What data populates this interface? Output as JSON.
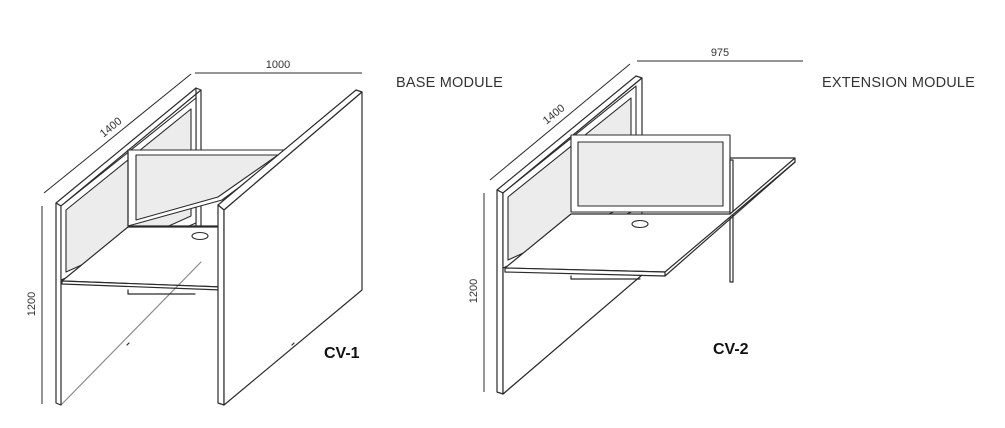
{
  "base_module": {
    "label": "BASE MODULE",
    "code": "CV-1",
    "dim_width": "1000",
    "dim_depth": "1400",
    "dim_height": "1200"
  },
  "extension_module": {
    "label": "EXTENSION MODULE",
    "code": "CV-2",
    "dim_width": "975",
    "dim_depth": "1400",
    "dim_height": "1200"
  }
}
